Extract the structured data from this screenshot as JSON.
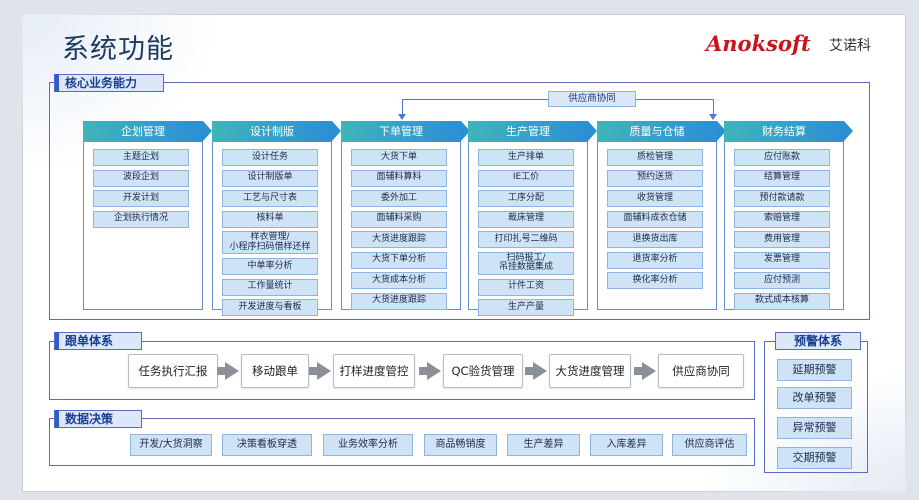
{
  "title": "系统功能",
  "logo": {
    "brand": "Anoksoft",
    "chinese": "艾诺科",
    "color": "#c4161c"
  },
  "core": {
    "label": "核心业务能力",
    "supplier_coordination": "供应商协同",
    "columns": [
      {
        "title": "企划管理",
        "items": [
          "主题企划",
          "波段企划",
          "开发计划",
          "企划执行情况"
        ]
      },
      {
        "title": "设计制版",
        "items": [
          "设计任务",
          "设计制版单",
          "工艺与尺寸表",
          "核料单",
          "样衣管理/\n小程序扫码借样还样",
          "中单率分析",
          "工作量统计",
          "开发进度与看板"
        ]
      },
      {
        "title": "下单管理",
        "items": [
          "大货下单",
          "面辅料算料",
          "委外加工",
          "面辅料采购",
          "大货进度跟踪",
          "大货下单分析",
          "大货成本分析",
          "大货进度跟踪"
        ]
      },
      {
        "title": "生产管理",
        "items": [
          "生产排单",
          "IE工价",
          "工序分配",
          "裁床管理",
          "打印扎号二维码",
          "扫码报工/\n吊挂数据集成",
          "计件工资",
          "生产产量"
        ]
      },
      {
        "title": "质量与仓储",
        "items": [
          "质检管理",
          "预约送货",
          "收货管理",
          "面辅料成衣仓储",
          "退换货出库",
          "退货率分析",
          "换化率分析"
        ]
      },
      {
        "title": "财务结算",
        "items": [
          "应付账款",
          "结算管理",
          "预付款请款",
          "索赔管理",
          "费用管理",
          "发票管理",
          "应付预测",
          "款式成本核算"
        ]
      }
    ]
  },
  "tracking": {
    "label": "跟单体系",
    "steps": [
      "任务执行汇报",
      "移动跟单",
      "打样进度管控",
      "QC验货管理",
      "大货进度管理",
      "供应商协同"
    ]
  },
  "decision": {
    "label": "数据决策",
    "items": [
      "开发/大货洞察",
      "决策看板穿透",
      "业务效率分析",
      "商品畅销度",
      "生产差异",
      "入库差异",
      "供应商评估"
    ]
  },
  "warning": {
    "label": "预警体系",
    "items": [
      "延期预警",
      "改单预警",
      "异常预警",
      "交期预警"
    ]
  },
  "colors": {
    "accent": "#2e5bd3",
    "header_gradient_start": "#3fb5b9",
    "header_gradient_end": "#2c8fd4",
    "item_fill": "#cfe3f6",
    "frame": "#5b6cc0"
  }
}
